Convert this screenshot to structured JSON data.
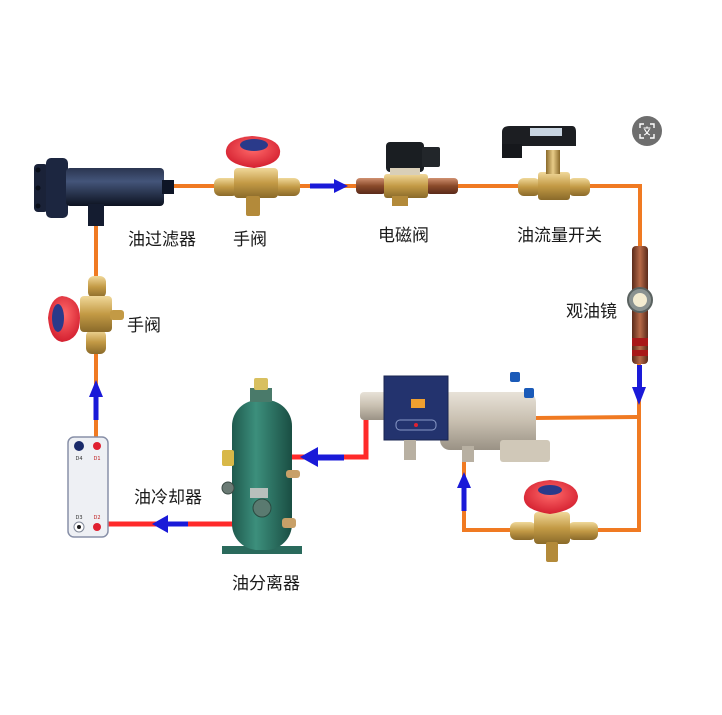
{
  "diagram": {
    "components": {
      "oil_filter": "油过滤器",
      "hand_valve_top": "手阀",
      "solenoid_valve": "电磁阀",
      "oil_flow_switch": "油流量开关",
      "sight_glass": "观油镜",
      "hand_valve_left": "手阀",
      "oil_cooler": "油冷却器",
      "oil_separator": "油分离器"
    },
    "cooler_ports": [
      "D4",
      "D1",
      "D3",
      "D2"
    ],
    "colors": {
      "oil_pipe": "#f07a22",
      "hot_pipe": "#ff2a2a",
      "flow_arrow": "#1a1ad8",
      "valve_knob": "#e8303a",
      "brass": "#c9a04a",
      "separator": "#2f7a6a",
      "compressor_box": "#23336e",
      "filter": "#1a2238"
    }
  },
  "overlay": {
    "lens_button_icon": "visual-search-icon"
  }
}
